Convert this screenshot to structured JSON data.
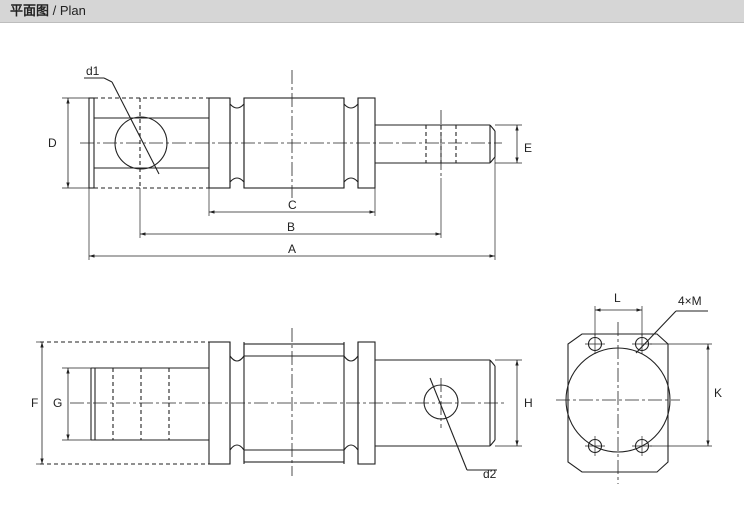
{
  "header": {
    "title_cn": "平面图",
    "separator": " / ",
    "title_en": "Plan"
  },
  "labels": {
    "A": "A",
    "B": "B",
    "C": "C",
    "D": "D",
    "E": "E",
    "F": "F",
    "G": "G",
    "H": "H",
    "K": "K",
    "L": "L",
    "M": "4×M",
    "d1": "d1",
    "d2": "d2"
  },
  "colors": {
    "line": "#222222",
    "header_bg": "#d6d6d6"
  }
}
